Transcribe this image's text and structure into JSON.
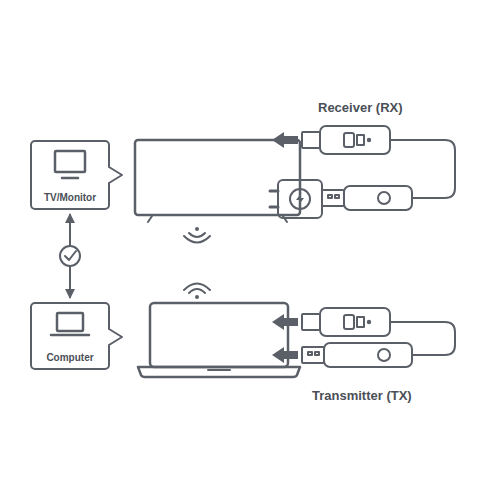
{
  "diagram": {
    "nodes": [
      {
        "text": [
          "TV/Monitor"
        ]
      },
      {
        "text": [
          "Computer"
        ]
      }
    ],
    "edges": [
      {
        "from": 0,
        "to": 1,
        "arrow": "both"
      }
    ],
    "labels": [
      "Receiver (RX)",
      "Transmitter (TX)"
    ]
  }
}
